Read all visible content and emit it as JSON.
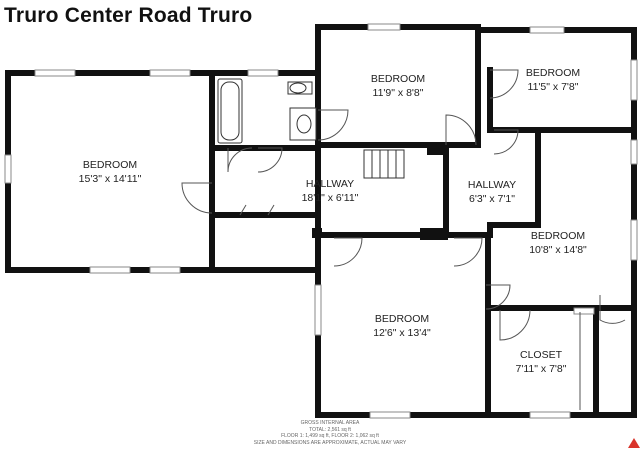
{
  "title": "Truro Center Road Truro",
  "rooms": [
    {
      "name": "BEDROOM",
      "dims": "15'3\" x 14'11\""
    },
    {
      "name": "BEDROOM",
      "dims": "11'9\" x 8'8\""
    },
    {
      "name": "BEDROOM",
      "dims": "11'5\" x 7'8\""
    },
    {
      "name": "HALLWAY",
      "dims": "18'1\" x 6'11\""
    },
    {
      "name": "HALLWAY",
      "dims": "6'3\" x 7'1\""
    },
    {
      "name": "BEDROOM",
      "dims": "10'8\" x 14'8\""
    },
    {
      "name": "BEDROOM",
      "dims": "12'6\" x 13'4\""
    },
    {
      "name": "CLOSET",
      "dims": "7'11\" x 7'8\""
    }
  ],
  "area_note": {
    "heading": "GROSS INTERNAL AREA",
    "total": "TOTAL: 2,561 sq ft",
    "floors": "FLOOR 1: 1,499 sq ft, FLOOR 2: 1,062 sq ft",
    "disclaimer": "SIZE AND DIMENSIONS ARE APPROXIMATE, ACTUAL MAY VARY"
  },
  "colors": {
    "wall": "#111111",
    "window": "#ffffff",
    "brand": "#d9342b"
  }
}
